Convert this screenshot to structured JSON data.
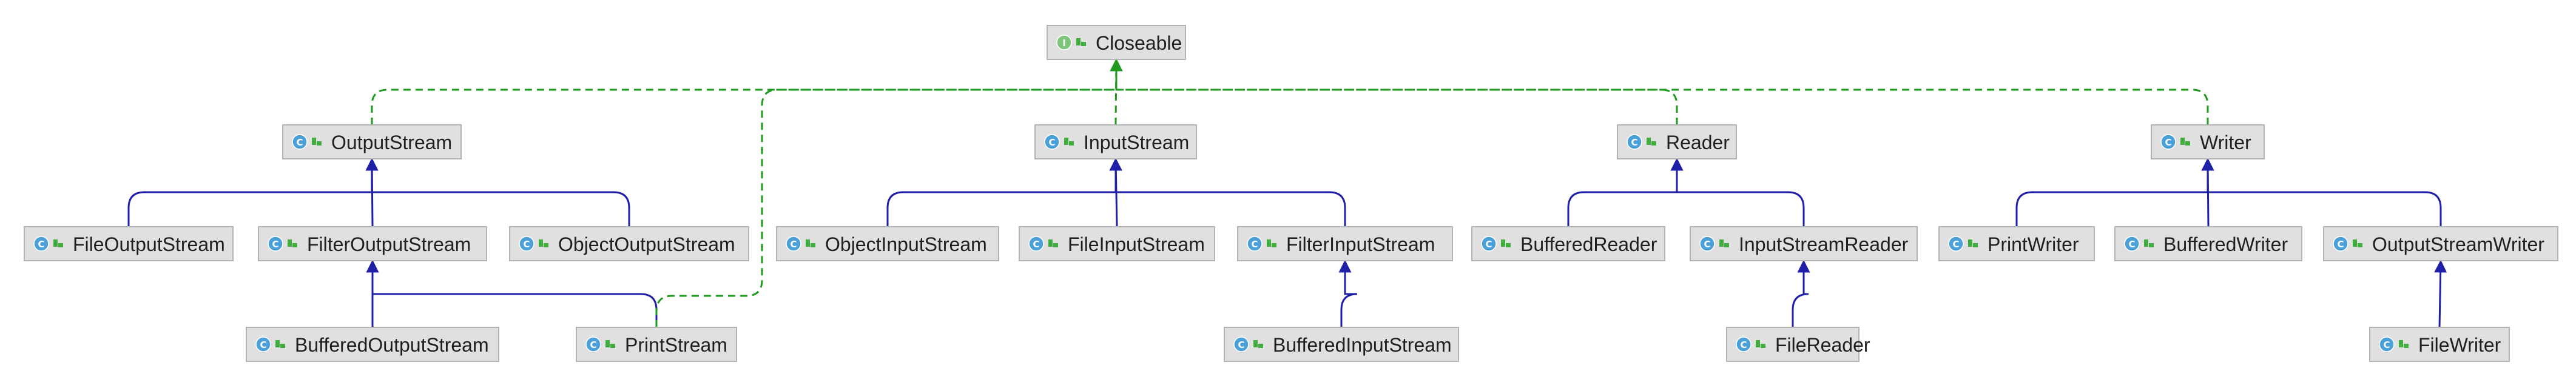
{
  "diagram": {
    "type": "uml-class-hierarchy",
    "colors": {
      "background": "#ffffff",
      "node_fill": "#e0e0e0",
      "node_border": "#b4b4b4",
      "extends_edge": "#1f1fa8",
      "implements_edge": "#1f9a1f",
      "class_icon": "#4aa0d8",
      "interface_icon": "#7dc57a",
      "access_icon": "#3fae3f"
    },
    "legend_icons": {
      "class": "class-c-icon",
      "interface": "interface-i-icon",
      "visibility": "public-access-icon"
    },
    "nodes": [
      {
        "id": "closeable",
        "label": "Closeable",
        "kind": "interface"
      },
      {
        "id": "outputstream",
        "label": "OutputStream",
        "kind": "class"
      },
      {
        "id": "inputstream",
        "label": "InputStream",
        "kind": "class"
      },
      {
        "id": "reader",
        "label": "Reader",
        "kind": "class"
      },
      {
        "id": "writer",
        "label": "Writer",
        "kind": "class"
      },
      {
        "id": "fileoutputstream",
        "label": "FileOutputStream",
        "kind": "class"
      },
      {
        "id": "filteroutputstream",
        "label": "FilterOutputStream",
        "kind": "class"
      },
      {
        "id": "objectoutputstream",
        "label": "ObjectOutputStream",
        "kind": "class"
      },
      {
        "id": "objectinputstream",
        "label": "ObjectInputStream",
        "kind": "class"
      },
      {
        "id": "fileinputstream",
        "label": "FileInputStream",
        "kind": "class"
      },
      {
        "id": "filterinputstream",
        "label": "FilterInputStream",
        "kind": "class"
      },
      {
        "id": "bufferedreader",
        "label": "BufferedReader",
        "kind": "class"
      },
      {
        "id": "inputstreamreader",
        "label": "InputStreamReader",
        "kind": "class"
      },
      {
        "id": "printwriter",
        "label": "PrintWriter",
        "kind": "class"
      },
      {
        "id": "bufferedwriter",
        "label": "BufferedWriter",
        "kind": "class"
      },
      {
        "id": "outputstreamwriter",
        "label": "OutputStreamWriter",
        "kind": "class"
      },
      {
        "id": "bufferedoutputstream",
        "label": "BufferedOutputStream",
        "kind": "class"
      },
      {
        "id": "printstream",
        "label": "PrintStream",
        "kind": "class"
      },
      {
        "id": "bufferedinputstream",
        "label": "BufferedInputStream",
        "kind": "class"
      },
      {
        "id": "filereader",
        "label": "FileReader",
        "kind": "class"
      },
      {
        "id": "filewriter",
        "label": "FileWriter",
        "kind": "class"
      }
    ],
    "edges": [
      {
        "from": "outputstream",
        "to": "closeable",
        "relation": "implements"
      },
      {
        "from": "printstream",
        "to": "closeable",
        "relation": "implements"
      },
      {
        "from": "inputstream",
        "to": "closeable",
        "relation": "implements"
      },
      {
        "from": "reader",
        "to": "closeable",
        "relation": "implements"
      },
      {
        "from": "writer",
        "to": "closeable",
        "relation": "implements"
      },
      {
        "from": "fileoutputstream",
        "to": "outputstream",
        "relation": "extends"
      },
      {
        "from": "filteroutputstream",
        "to": "outputstream",
        "relation": "extends"
      },
      {
        "from": "objectoutputstream",
        "to": "outputstream",
        "relation": "extends"
      },
      {
        "from": "bufferedoutputstream",
        "to": "filteroutputstream",
        "relation": "extends"
      },
      {
        "from": "printstream",
        "to": "filteroutputstream",
        "relation": "extends"
      },
      {
        "from": "objectinputstream",
        "to": "inputstream",
        "relation": "extends"
      },
      {
        "from": "fileinputstream",
        "to": "inputstream",
        "relation": "extends"
      },
      {
        "from": "filterinputstream",
        "to": "inputstream",
        "relation": "extends"
      },
      {
        "from": "bufferedinputstream",
        "to": "filterinputstream",
        "relation": "extends"
      },
      {
        "from": "bufferedreader",
        "to": "reader",
        "relation": "extends"
      },
      {
        "from": "inputstreamreader",
        "to": "reader",
        "relation": "extends"
      },
      {
        "from": "filereader",
        "to": "inputstreamreader",
        "relation": "extends"
      },
      {
        "from": "printwriter",
        "to": "writer",
        "relation": "extends"
      },
      {
        "from": "bufferedwriter",
        "to": "writer",
        "relation": "extends"
      },
      {
        "from": "outputstreamwriter",
        "to": "writer",
        "relation": "extends"
      },
      {
        "from": "filewriter",
        "to": "outputstreamwriter",
        "relation": "extends"
      }
    ]
  }
}
